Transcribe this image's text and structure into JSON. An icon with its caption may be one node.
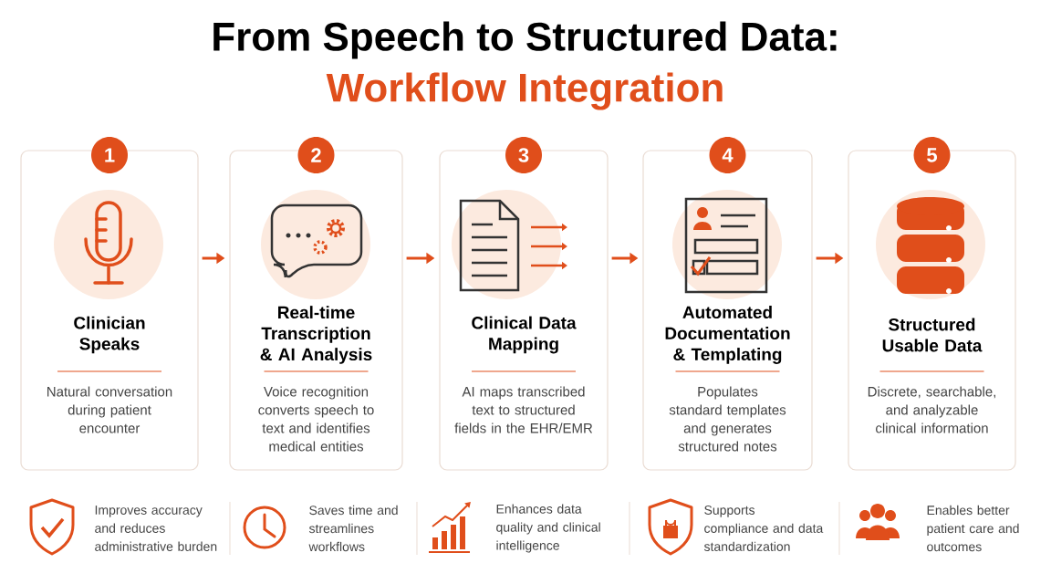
{
  "diagram": {
    "title": "From Speech to Structured Data:",
    "nodes": [
      {
        "text": [
          "1"
        ]
      },
      {
        "text": [
          "Clinician Speaks",
          "Natural conversation during patient encounter"
        ]
      },
      {
        "text": [
          "2"
        ]
      },
      {
        "text": [
          "Real-time Transcription & AI Analysis",
          "Voice recognition converts speech to text and identifies medical entities"
        ]
      },
      {
        "text": [
          "3"
        ]
      },
      {
        "text": [
          "Clinical Data Mapping",
          "AI maps transcribed text to structured fields in the EHR/EMR"
        ]
      },
      {
        "text": [
          "4"
        ]
      },
      {
        "text": [
          "Automated Documentation & Templating",
          "Populates standard templates and generates structured notes"
        ]
      },
      {
        "text": [
          "5"
        ]
      },
      {
        "text": [
          "Structured Usable Data",
          "Discrete, searchable, and analyzable clinical information"
        ]
      }
    ],
    "edges": [
      {
        "from": 1,
        "to": 3,
        "arrow": "to"
      },
      {
        "from": 3,
        "to": 5,
        "arrow": "to"
      },
      {
        "from": 5,
        "to": 7,
        "arrow": "to"
      },
      {
        "from": 7,
        "to": 9,
        "arrow": "to"
      }
    ],
    "labels": [
      "Workflow Integration",
      "Improves accuracy and reduces administrative burden",
      "Saves time and streamlines workflows",
      "Enhances data quality and clinical intelligence",
      "Supports compliance and data standardization",
      "Enables better patient care and outcomes"
    ]
  }
}
